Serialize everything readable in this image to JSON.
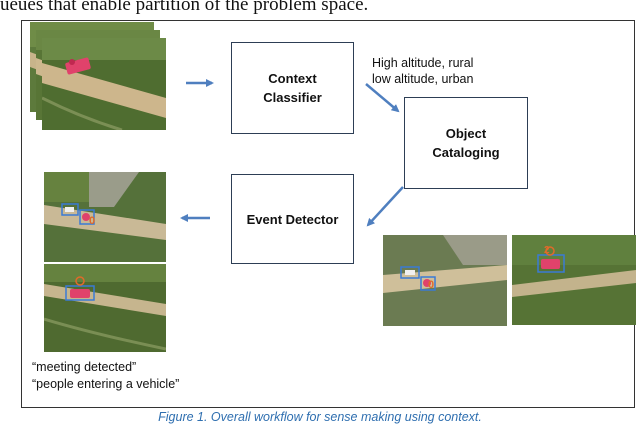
{
  "header": {
    "partial_text": "ueues that enable partition of the problem space."
  },
  "boxes": {
    "context_classifier": {
      "line1": "Context",
      "line2": "Classifier"
    },
    "object_cataloging": {
      "line1": "Object",
      "line2": "Cataloging"
    },
    "event_detector": {
      "label": "Event Detector"
    }
  },
  "context_labels": {
    "line1": "High altitude, rural",
    "line2": "low altitude, urban"
  },
  "event_outputs": {
    "line1": "“meeting detected”",
    "line2": "“people entering a vehicle”"
  },
  "detection_tags": {
    "tag1": "0",
    "tag2": "0",
    "tag3": "2"
  },
  "caption": "Figure 1. Overall workflow for sense making using context.",
  "colors": {
    "arrow": "#4f7fbf",
    "caption": "#2f6fb0",
    "box_border": "#2d3e55",
    "detection_box": "#3a7bd5",
    "vehicle": "#e0426b"
  }
}
